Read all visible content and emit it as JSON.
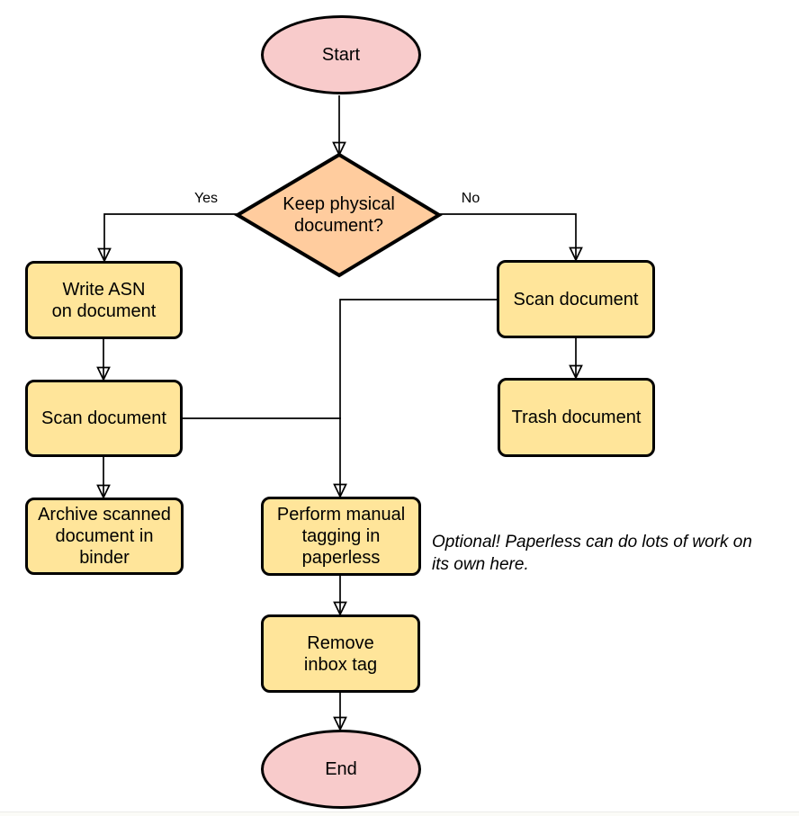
{
  "colors": {
    "terminal_fill": "#f8cbcb",
    "decision_fill": "#ffcc9e",
    "process_fill": "#ffe59a",
    "stroke": "#000000",
    "background": "#ffffff"
  },
  "nodes": {
    "start": {
      "label": "Start",
      "type": "terminal"
    },
    "decision": {
      "label": "Keep physical\ndocument?",
      "type": "decision"
    },
    "write_asn": {
      "label": "Write ASN\non document",
      "type": "process"
    },
    "scan_left": {
      "label": "Scan document",
      "type": "process"
    },
    "archive": {
      "label": "Archive scanned\ndocument in\nbinder",
      "type": "process"
    },
    "scan_right": {
      "label": "Scan document",
      "type": "process"
    },
    "trash": {
      "label": "Trash document",
      "type": "process"
    },
    "perform_tagging": {
      "label": "Perform manual\ntagging in\npaperless",
      "type": "process"
    },
    "remove_inbox_tag": {
      "label": "Remove\ninbox tag",
      "type": "process"
    },
    "end": {
      "label": "End",
      "type": "terminal"
    }
  },
  "edge_labels": {
    "yes": "Yes",
    "no": "No"
  },
  "note": "Optional! Paperless can do lots of work on\nits own here."
}
